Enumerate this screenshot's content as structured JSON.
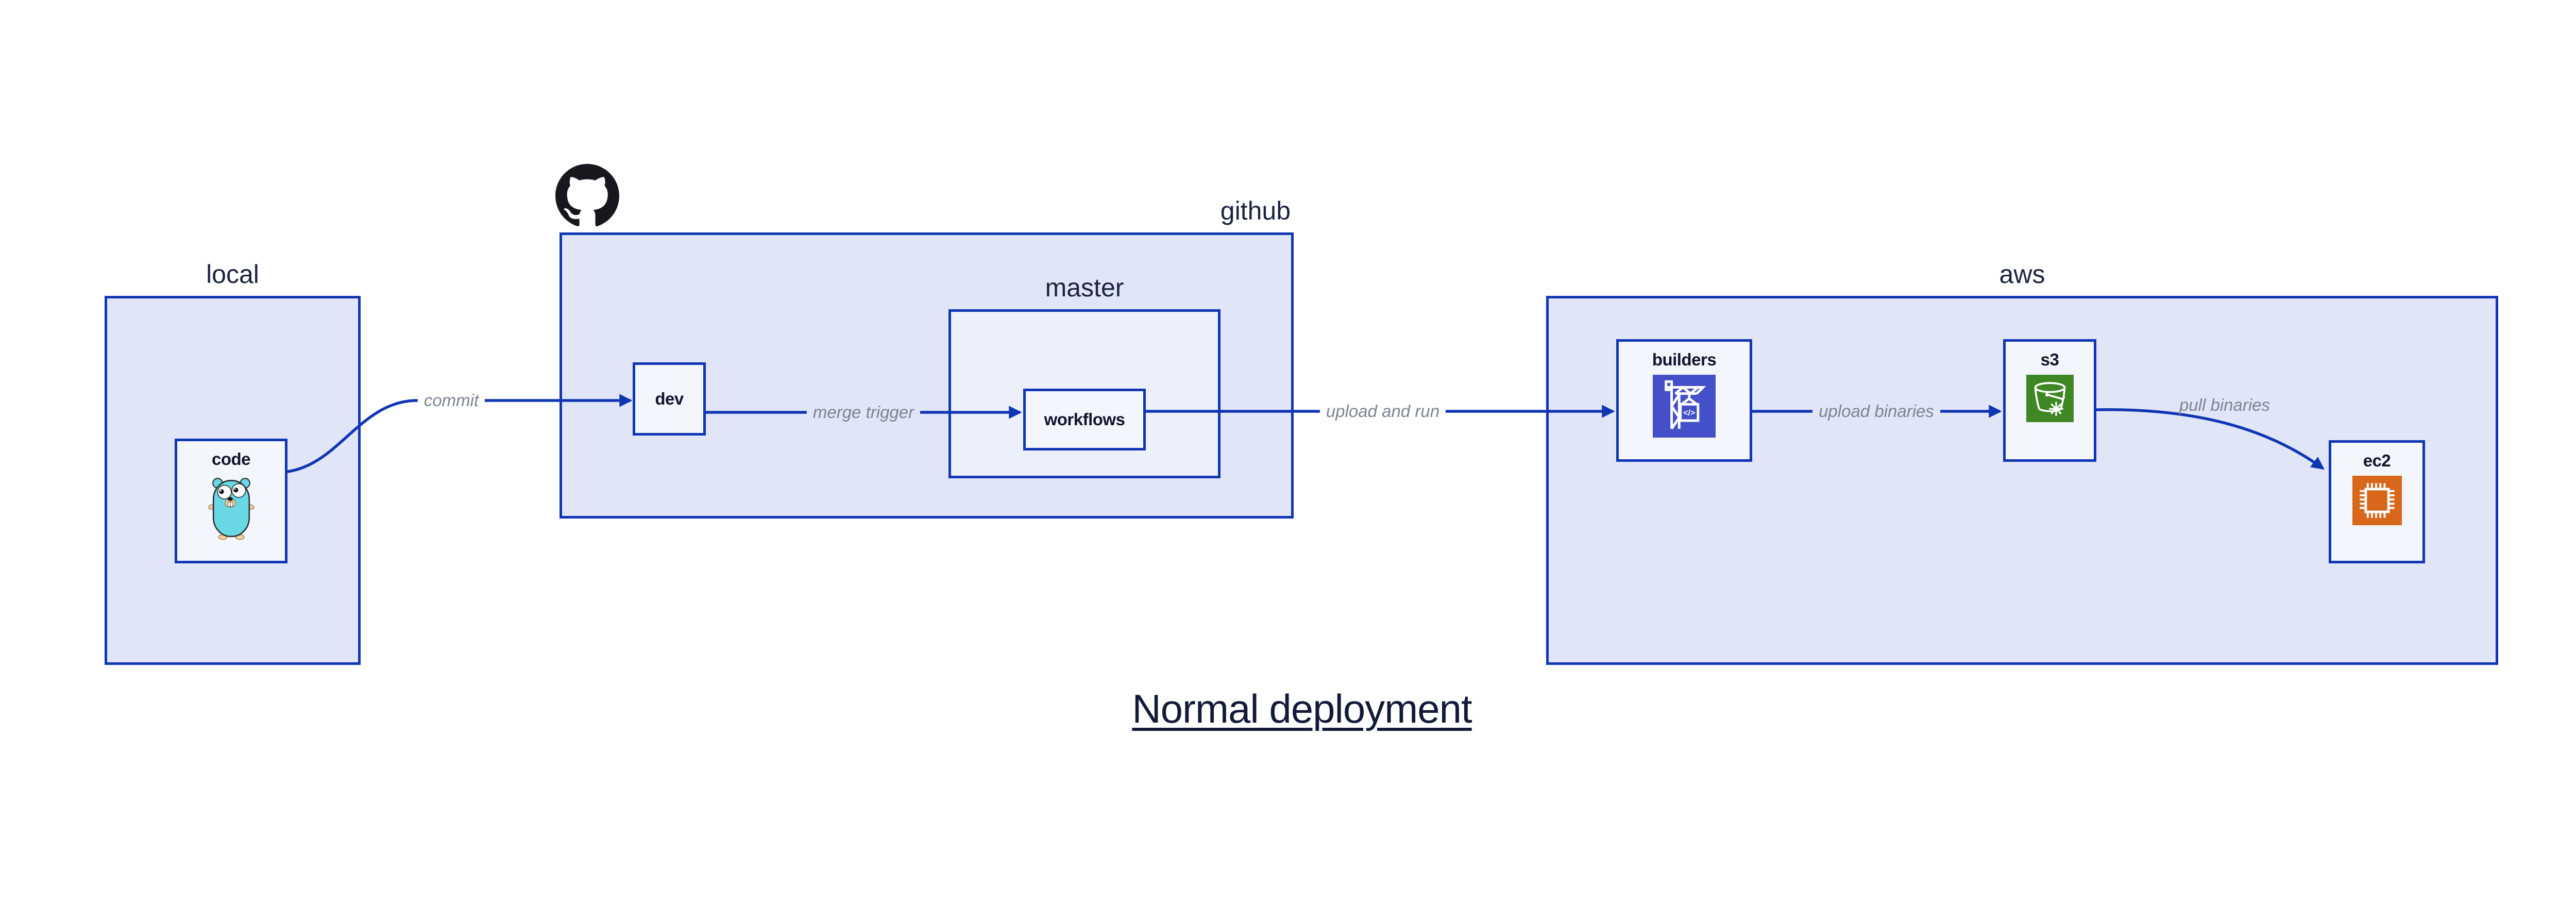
{
  "diagram": {
    "title": "Normal deployment",
    "containers": {
      "local": {
        "label": "local"
      },
      "github": {
        "label": "github"
      },
      "master": {
        "label": "master"
      },
      "aws": {
        "label": "aws"
      }
    },
    "nodes": {
      "code": {
        "label": "code",
        "icon": "go-gopher"
      },
      "dev": {
        "label": "dev"
      },
      "workflows": {
        "label": "workflows"
      },
      "builders": {
        "label": "builders",
        "icon": "codebuild-crane"
      },
      "s3": {
        "label": "s3",
        "icon": "s3-glacier-bucket"
      },
      "ec2": {
        "label": "ec2",
        "icon": "ec2-chip"
      }
    },
    "edges": {
      "commit": {
        "label": "commit",
        "from": "code",
        "to": "dev"
      },
      "merge_trigger": {
        "label": "merge trigger",
        "from": "dev",
        "to": "workflows"
      },
      "upload_and_run": {
        "label": "upload and run",
        "from": "workflows",
        "to": "builders"
      },
      "upload_binaries": {
        "label": "upload binaries",
        "from": "builders",
        "to": "s3"
      },
      "pull_binaries": {
        "label": "pull binaries",
        "from": "s3",
        "to": "ec2"
      }
    },
    "icons": {
      "github_logo": "github-octocat-mark",
      "codebuild_glyph": "</>"
    },
    "colors": {
      "line_blue": "#1136b4",
      "container_fill": "#e0e6f8",
      "master_fill": "#ecf0fb",
      "node_fill": "#f4f6fd",
      "edge_label_gray": "#7c8391",
      "text_navy": "#131a38",
      "codebuild_indigo": "#4450c9",
      "s3_green": "#3f8624",
      "ec2_orange": "#d9671a",
      "gopher_teal": "#6ad7e5",
      "github_black": "#16181d"
    }
  }
}
